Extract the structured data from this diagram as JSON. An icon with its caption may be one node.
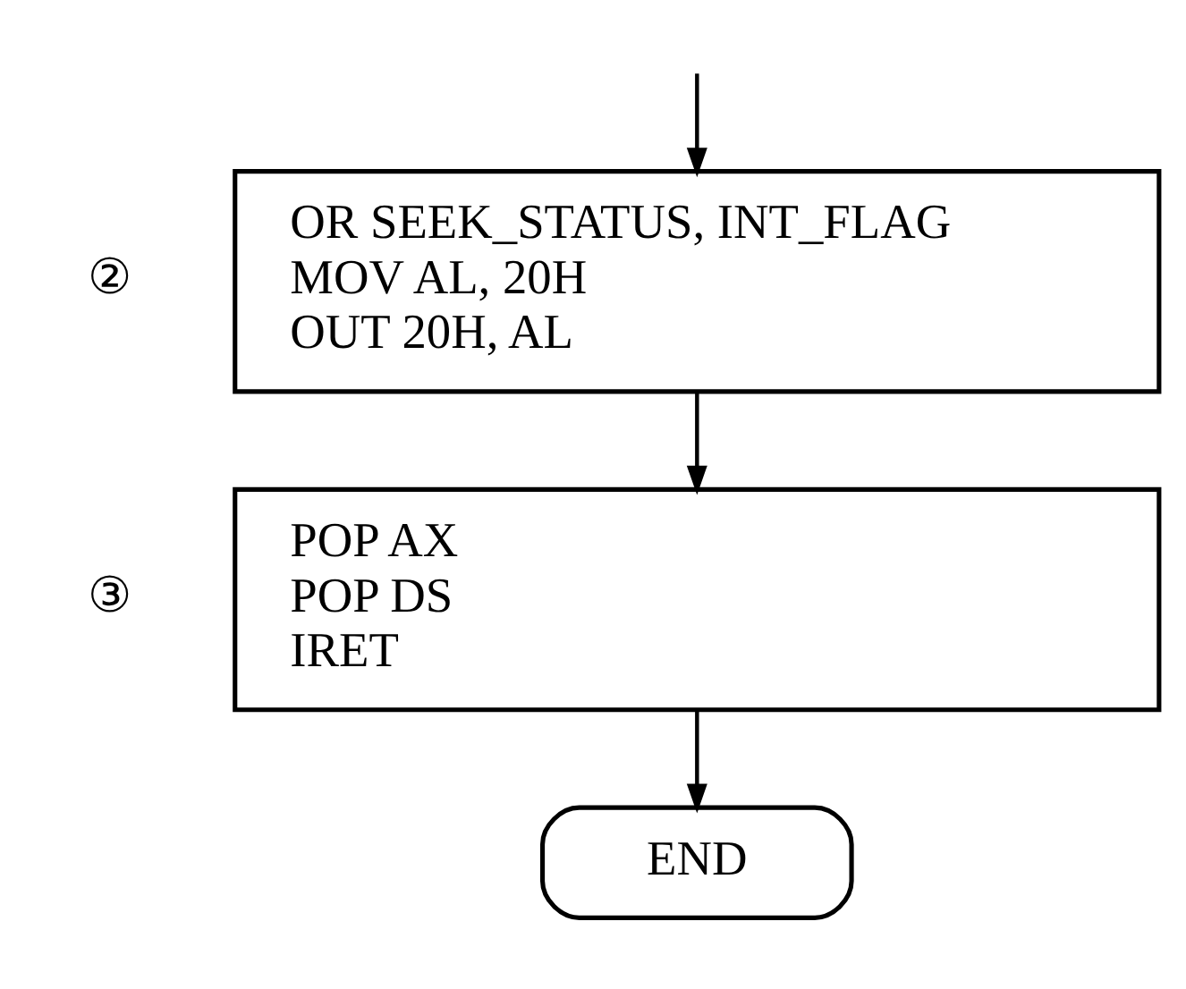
{
  "diagram": {
    "nodes": [
      {
        "text": [
          "OR SEEK_STATUS, INT_FLAG",
          "MOV AL, 20H",
          "OUT 20H, AL"
        ],
        "beside": [
          "②"
        ]
      },
      {
        "text": [
          "POP AX",
          "POP DS",
          "IRET"
        ],
        "beside": [
          "③"
        ]
      },
      {
        "text": [
          "END"
        ]
      }
    ],
    "edges": [
      {
        "from": null,
        "to": 0,
        "arrow": "to"
      },
      {
        "from": 0,
        "to": 1,
        "arrow": "to"
      },
      {
        "from": 1,
        "to": 2,
        "arrow": "to"
      }
    ]
  }
}
